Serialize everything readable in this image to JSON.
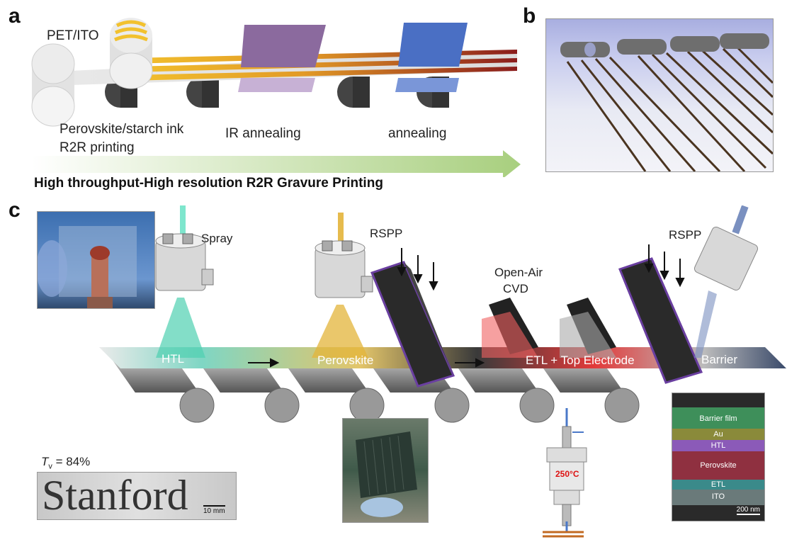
{
  "panel_a": {
    "label": "a",
    "substrate": "PET/ITO",
    "step1_line1": "Perovskite/starch ink",
    "step1_line2": "R2R printing",
    "step2": "IR annealing",
    "step3": "annealing",
    "caption": "High throughput-High resolution R2R Gravure Printing"
  },
  "panel_b": {
    "label": "b"
  },
  "panel_c": {
    "label": "c",
    "spray": "Spray",
    "rspp_left": "RSPP",
    "rspp_right": "RSPP",
    "cvd_line1": "Open-Air",
    "cvd_line2": "CVD",
    "belt_htl": "HTL",
    "belt_perovskite": "Perovskite",
    "belt_etl": "ETL + Top Electrode",
    "belt_barrier": "Barrier",
    "tv_symbol": "T",
    "tv_sub": "v",
    "tv_value": " = 84%",
    "stanford_word": "Stanford",
    "scale_10mm": "10 mm",
    "cvd_temp": "250°C",
    "sem_layers": [
      "Barrier film",
      "Au",
      "HTL",
      "Perovskite",
      "ETL",
      "ITO"
    ],
    "sem_scale": "200 nm"
  },
  "colors": {
    "gold": "#f2c12e",
    "dark_red": "#8a1c1c",
    "violet": "#8b6a9e",
    "blue": "#4a6fc4",
    "teal": "#4fd0b0",
    "spray_gold": "#e3b43a",
    "belt_red": "#e23a3a"
  }
}
